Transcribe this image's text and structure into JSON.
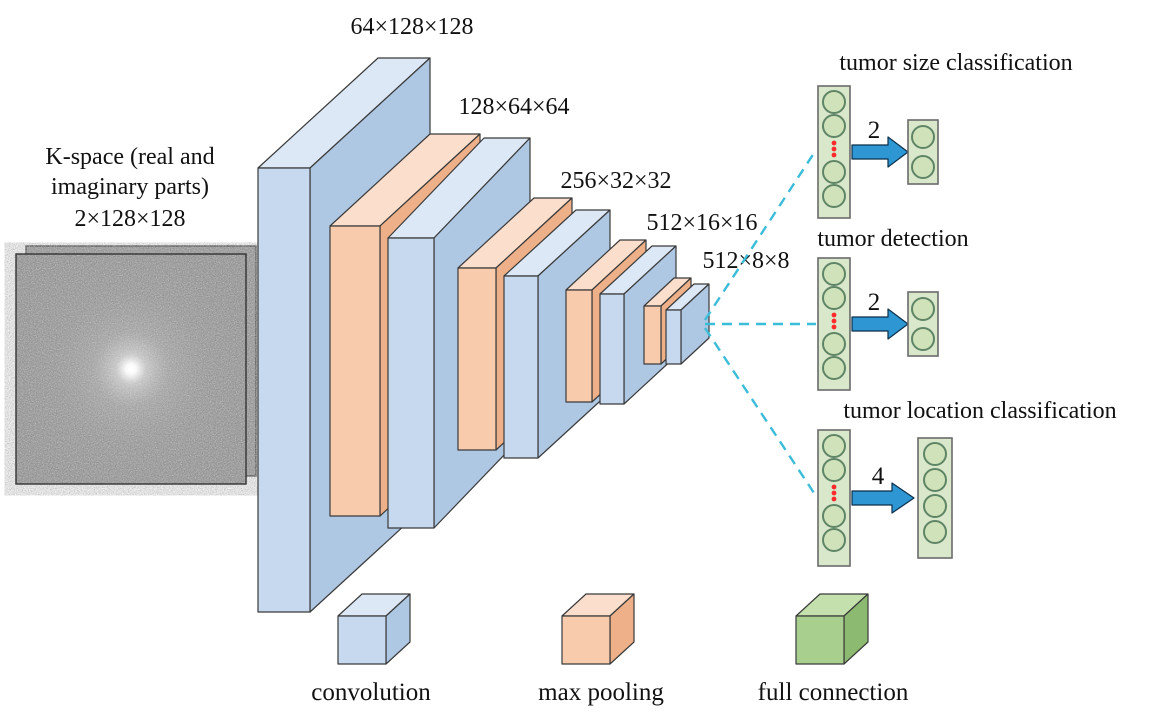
{
  "figure": {
    "input": {
      "caption_line1": "K-space (real and",
      "caption_line2": "imaginary parts)",
      "dims_label": "2×128×128"
    },
    "layers": {
      "dims_labels": [
        "64×128×128",
        "128×64×64",
        "256×32×32",
        "512×16×16",
        "512×8×8"
      ]
    },
    "heads": [
      {
        "title": "tumor size classification",
        "arrow_label": "2"
      },
      {
        "title": "tumor detection",
        "arrow_label": "2"
      },
      {
        "title": "tumor location classification",
        "arrow_label": "4"
      }
    ],
    "legend": [
      {
        "label": "convolution",
        "color": "#c7d9ee"
      },
      {
        "label": "max pooling",
        "color": "#f8cbad"
      },
      {
        "label": "full connection",
        "color": "#a9cf8e"
      }
    ],
    "colors": {
      "convolution_fill": "#c7d9ee",
      "max_pooling_fill": "#f8cbad",
      "full_connection_fill": "#a9cf8e",
      "fc_panel_fill": "#d9e7cb",
      "arrow_fill": "#2e96d2",
      "connector_dashed": "#3bbcd9",
      "ellipsis_dots": "#ff2a2a"
    }
  }
}
